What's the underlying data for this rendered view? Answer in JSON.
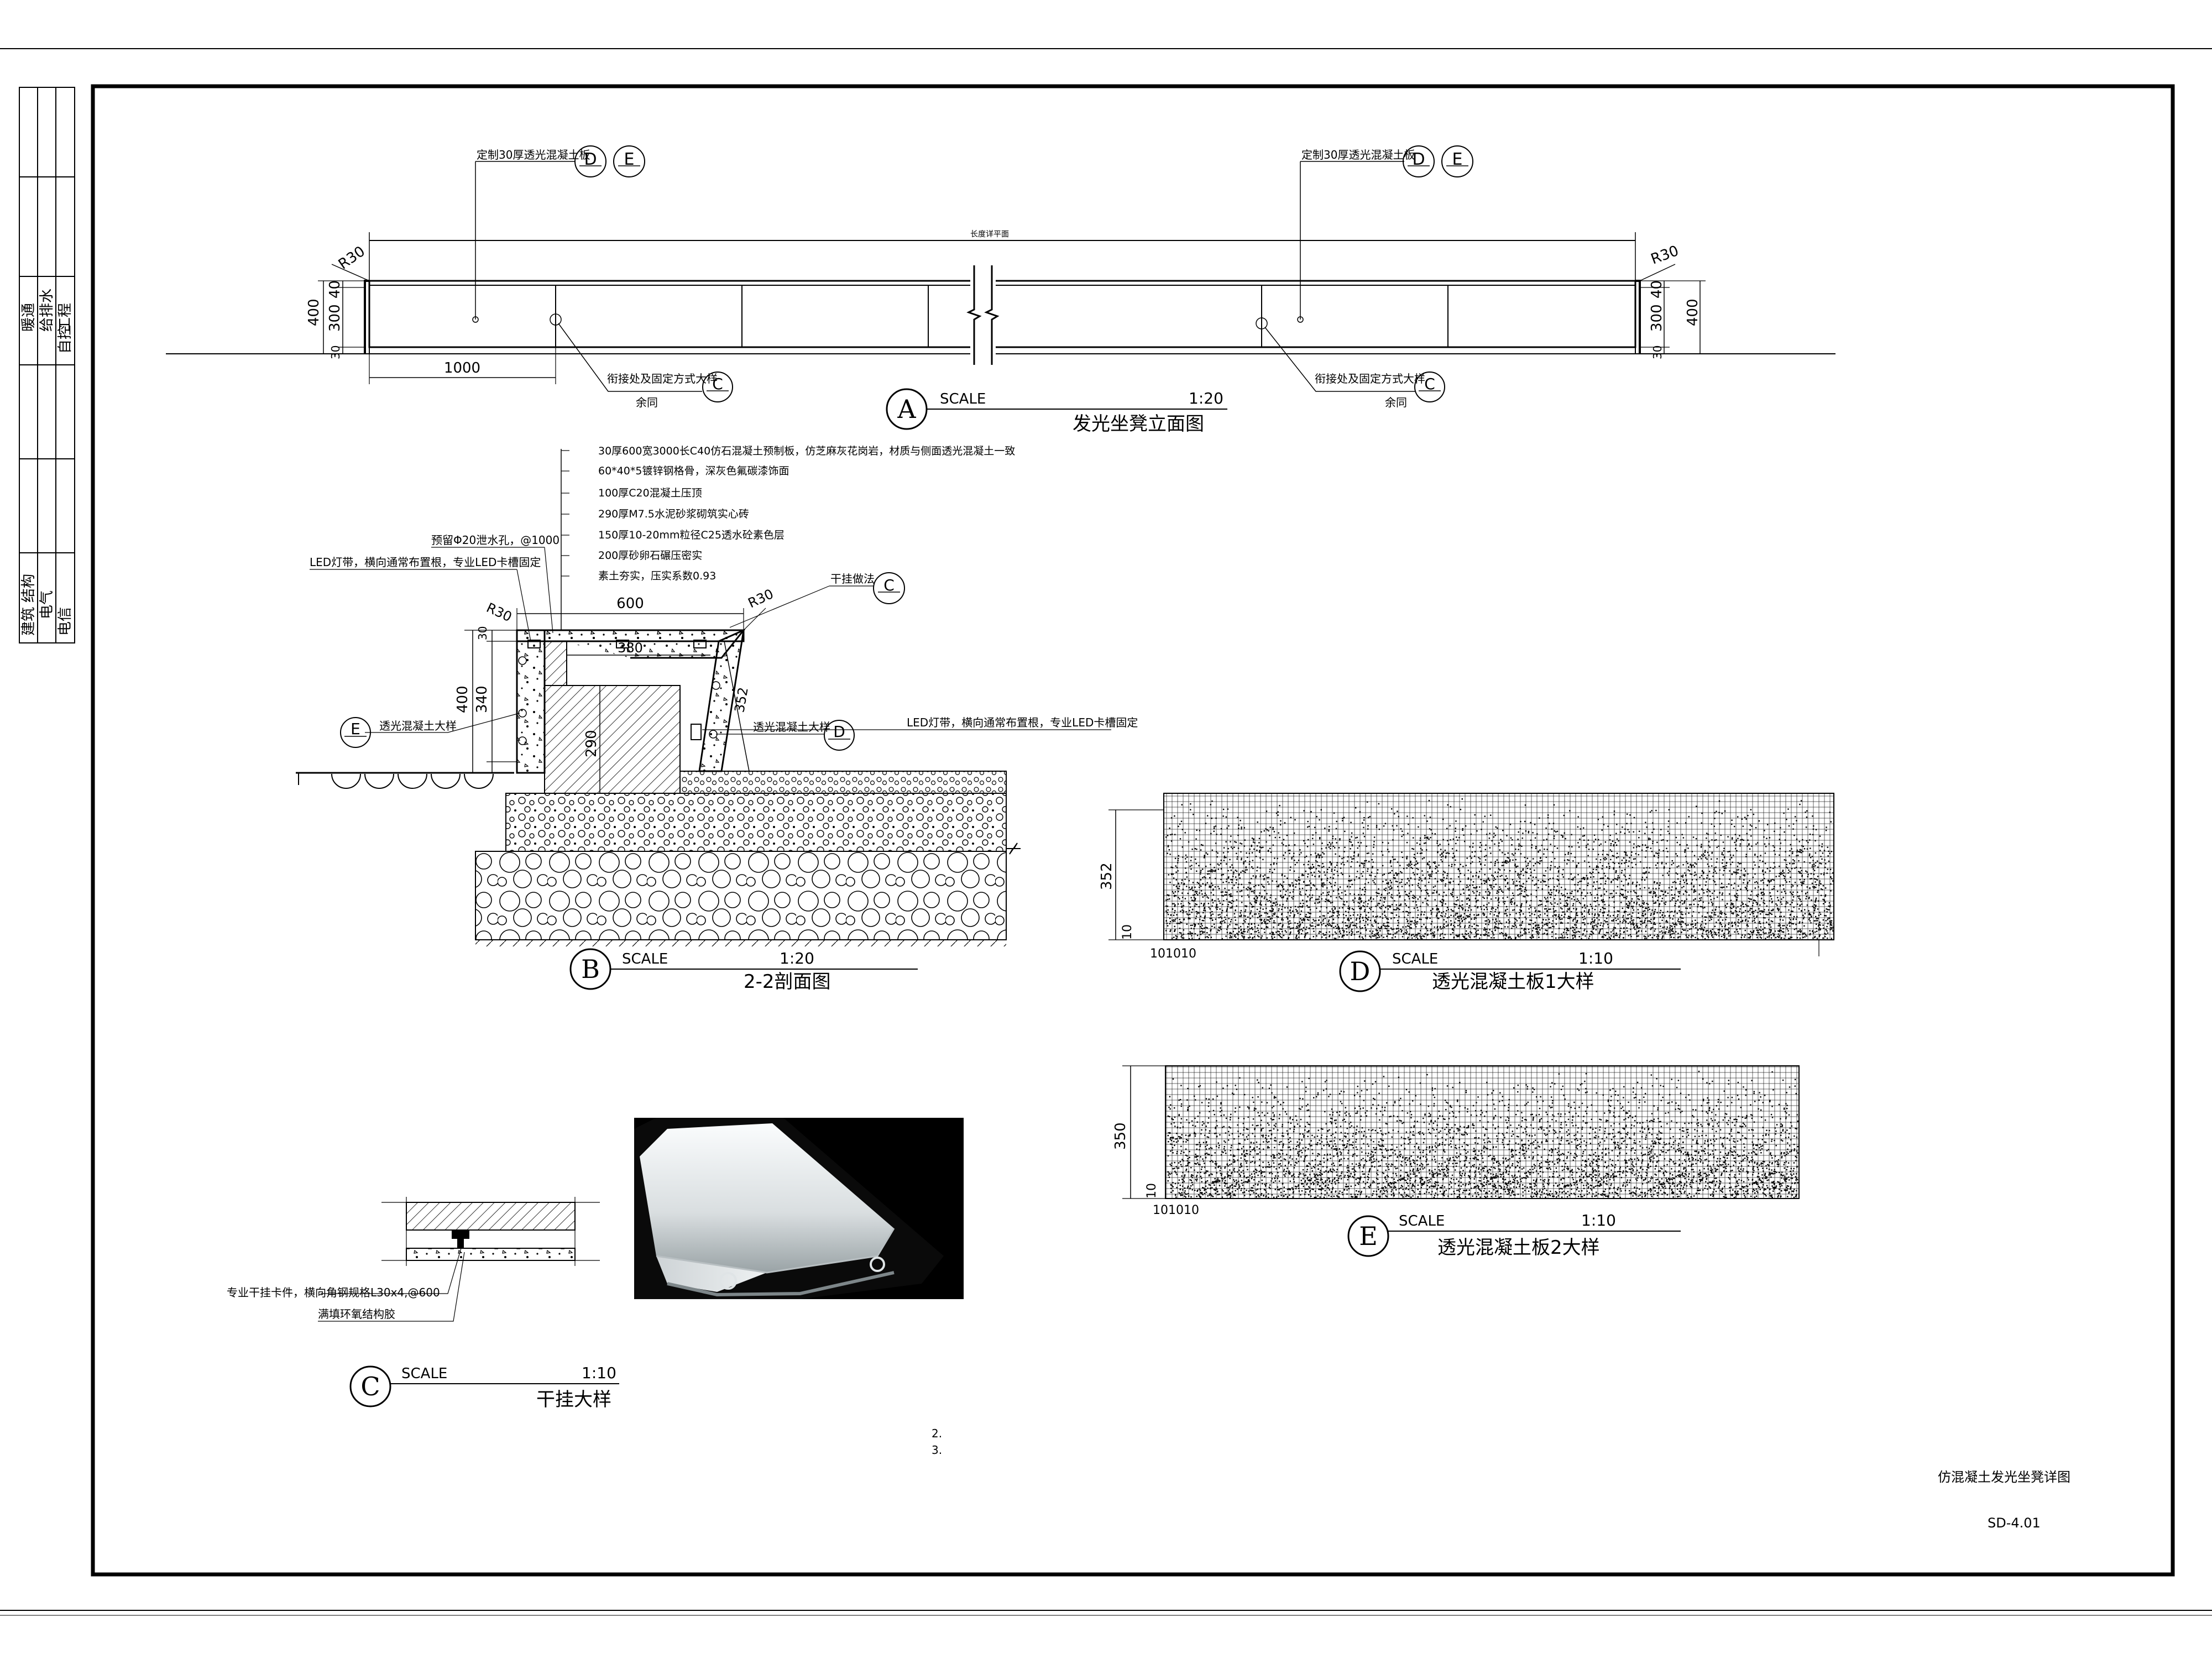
{
  "titleblock": {
    "left_labels": [
      "暖通",
      "给排水",
      "工程",
      "自控",
      "建筑",
      "结构",
      "电气",
      "电信"
    ],
    "drawing_title": "仿混凝土发光坐凳详图",
    "drawing_number": "SD-4.01"
  },
  "elevation": {
    "mark": "A",
    "scale_word": "SCALE",
    "scale": "1:20",
    "title": "发光坐凳立面图",
    "note_left": "定制30厚透光混凝土板",
    "note_right": "定制30厚透光混凝土板",
    "ref_d": "D",
    "ref_e": "E",
    "ref_c": "C",
    "joint_note": "衔接处及固定方式大样",
    "joint_sub": "余同",
    "top_label": "长度详平面",
    "dim_r30": "R30",
    "dim_400": "400",
    "dim_300": "300",
    "dim_40": "40",
    "dim_30": "30",
    "dim_1000": "1000"
  },
  "section": {
    "mark": "B",
    "scale_word": "SCALE",
    "scale": "1:20",
    "title": "2-2剖面图",
    "layers": [
      "30厚600宽3000长C40仿石混凝土预制板，仿芝麻灰花岗岩，材质与侧面透光混凝土一致",
      "60*40*5镀锌钢格骨，深灰色氟碳漆饰面",
      "100厚C20混凝土压顶",
      "290厚M7.5水泥砂浆砌筑实心砖",
      "150厚10-20mm粒径C25透水砼素色层",
      "200厚砂卵石碾压密实",
      "素土夯实，压实系数0.93"
    ],
    "drain_note": "预留Φ20泄水孔，@1000",
    "led_note_left": "LED灯带，横向通常布置根，专业LED卡槽固定",
    "led_note_right": "LED灯带，横向通常布置根，专业LED卡槽固定",
    "dry_hang": "干挂做法",
    "ref_c": "C",
    "ref_d": "D",
    "ref_e": "E",
    "trans_left": "透光混凝土大样",
    "trans_right": "透光混凝土大样",
    "dim_600": "600",
    "dim_380": "380",
    "dim_r30a": "R30",
    "dim_r30b": "R30",
    "dim_400": "400",
    "dim_340": "340",
    "dim_30": "30",
    "dim_290": "290",
    "dim_352": "352"
  },
  "detail_c": {
    "mark": "C",
    "scale_word": "SCALE",
    "scale": "1:10",
    "title": "干挂大样",
    "note1": "专业干挂卡件，横向角钢规格L30x4,@600",
    "note2": "满填环氧结构胶"
  },
  "detail_d": {
    "mark": "D",
    "scale_word": "SCALE",
    "scale": "1:10",
    "title": "透光混凝土板1大样",
    "dim_h": "352",
    "dim_small": "10",
    "dim_bottom": "101010"
  },
  "detail_e": {
    "mark": "E",
    "scale_word": "SCALE",
    "scale": "1:10",
    "title": "透光混凝土板2大样",
    "dim_h": "350",
    "dim_small": "10",
    "dim_bottom": "101010"
  },
  "notes": {
    "n2": "2.",
    "n3": "3."
  },
  "colors": {
    "line": "#000000",
    "photo_bg": "#000000",
    "led_profile": "#e6e9ea"
  }
}
